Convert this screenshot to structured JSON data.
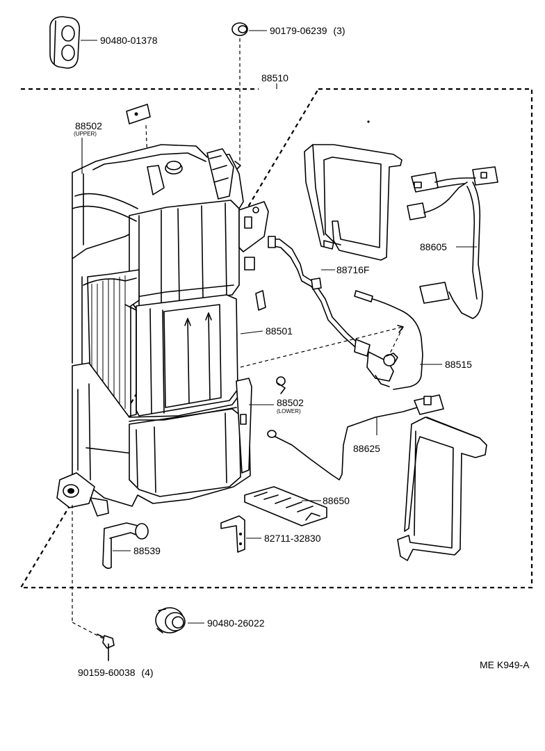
{
  "diagram_code": "ME K949-A",
  "assembly": {
    "part_no": "88510"
  },
  "parts": {
    "p88502_upper": {
      "part_no": "88502",
      "note": "(UPPER)"
    },
    "p88502_lower": {
      "part_no": "88502",
      "note": "(LOWER)"
    },
    "p88501": {
      "part_no": "88501"
    },
    "p88716f": {
      "part_no": "88716F"
    },
    "p88605": {
      "part_no": "88605"
    },
    "p88515": {
      "part_no": "88515"
    },
    "p88625": {
      "part_no": "88625"
    },
    "p88650": {
      "part_no": "88650"
    },
    "p88539": {
      "part_no": "88539"
    },
    "p82711": {
      "part_no": "82711-32830"
    },
    "p9048001378": {
      "part_no": "90480-01378"
    },
    "p9017906239": {
      "part_no": "90179-06239",
      "qty": "(3)"
    },
    "p9048026022": {
      "part_no": "90480-26022"
    },
    "p9015960038": {
      "part_no": "90159-60038",
      "qty": "(4)"
    }
  }
}
